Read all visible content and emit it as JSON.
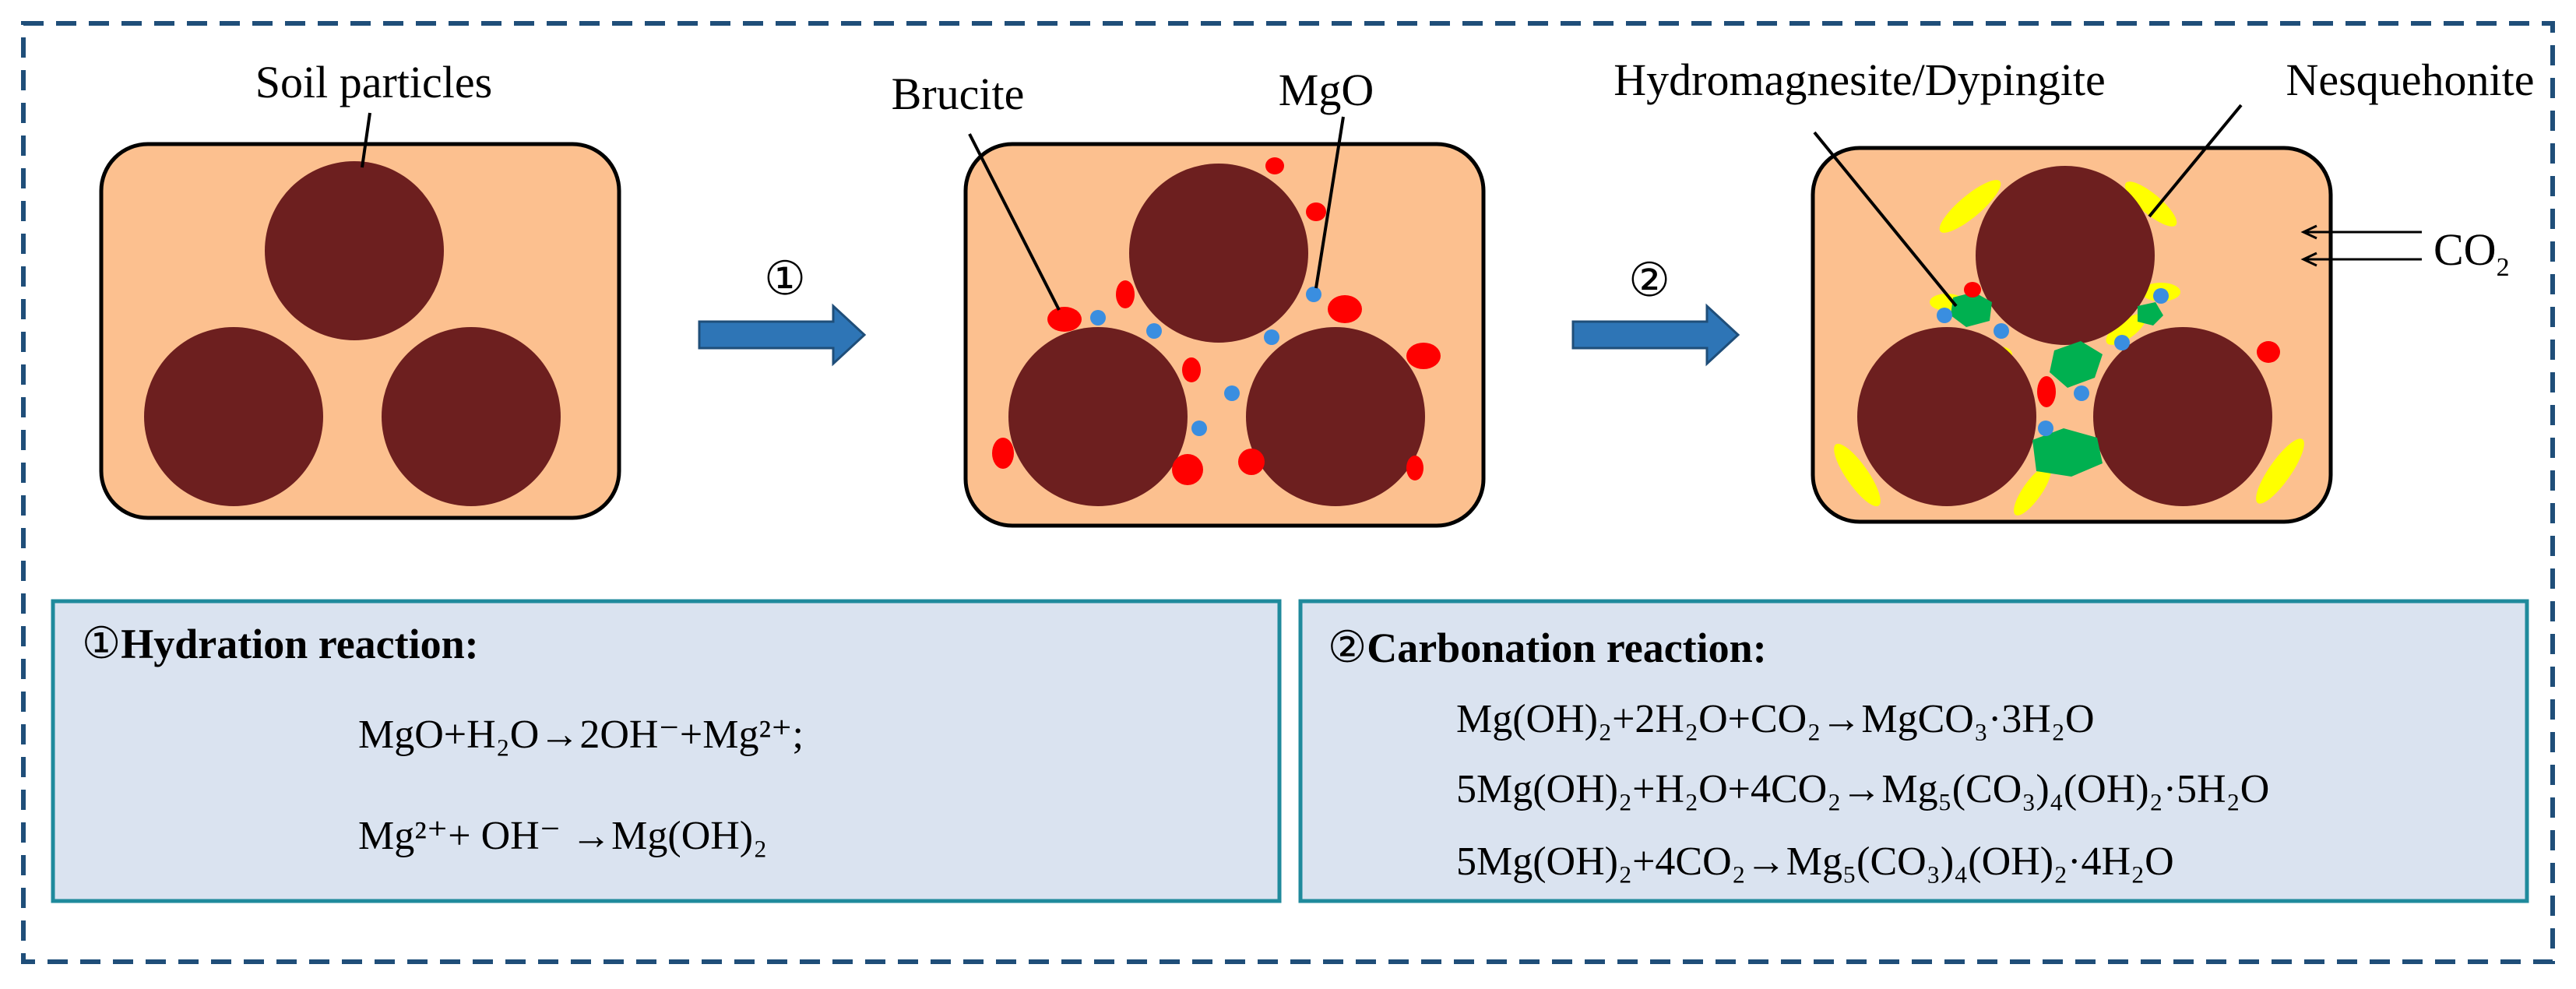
{
  "colors": {
    "matrix": "#fcc08f",
    "soil": "#6d1f1f",
    "brucite": "#ff0000",
    "mgo": "#3a8ee0",
    "hydromagnesite": "#00b050",
    "nesquehonite": "#ffff00",
    "arrow": "#2e75b6",
    "box_fill": "#dae3f0",
    "box_border": "#1f8a9c",
    "frame": "#1f4e79"
  },
  "labels": {
    "soil_particles": "Soil particles",
    "brucite": "Brucite",
    "mgo": "MgO",
    "hydromagnesite": "Hydromagnesite/Dypingite",
    "nesquehonite": "Nesquehonite",
    "co2": "CO",
    "co2_sub": "2"
  },
  "steps": {
    "one": "①",
    "two": "②"
  },
  "hydration": {
    "heading_num": "①",
    "heading": "Hydration reaction:",
    "eq1": "MgO+H₂O→2OH⁻+Mg²⁺;",
    "eq2": "Mg²⁺+ OH⁻ →Mg(OH)₂"
  },
  "carbonation": {
    "heading_num": "②",
    "heading": "Carbonation reaction:",
    "eq1": "Mg(OH)₂+2H₂O+CO₂→MgCO₃·3H₂O",
    "eq2": "5Mg(OH)₂+H₂O+4CO₂→Mg₅(CO₃)₄(OH)₂·5H₂O",
    "eq3": "5Mg(OH)₂+4CO₂→Mg₅(CO₃)₄(OH)₂·4H₂O"
  }
}
